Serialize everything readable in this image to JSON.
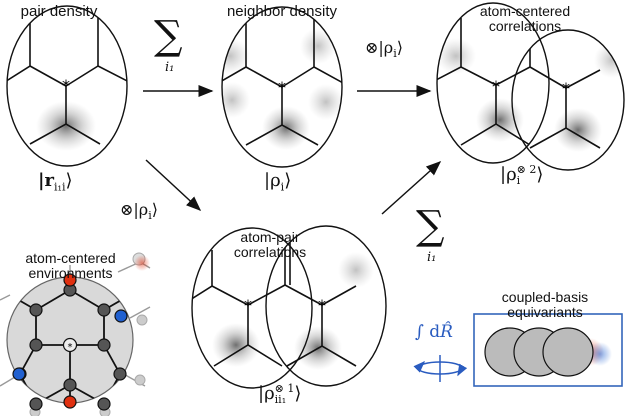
{
  "panels": {
    "pair_density": {
      "title": "pair density",
      "ket": "|r",
      "ket_sub": "i₁i",
      "ket_close": "⟩"
    },
    "neighbor_density": {
      "title": "neighbor density",
      "ket": "|ρ",
      "ket_sub": "i",
      "ket_close": "⟩"
    },
    "atom_centered_correlations": {
      "title_line1": "atom-centered",
      "title_line2": "correlations",
      "ket": "|ρ",
      "ket_sub": "i",
      "ket_sup": "⊗ 2",
      "ket_close": "⟩"
    },
    "atom_pair_correlations": {
      "title_line1": "atom-pair",
      "title_line2": "correlations",
      "ket": "|ρ",
      "ket_sub": "ii₁",
      "ket_sup": "⊗ 1",
      "ket_close": "⟩"
    },
    "environments": {
      "title_line1": "atom-centered",
      "title_line2": "environments"
    },
    "coupled_basis": {
      "title_line1": "coupled-basis",
      "title_line2": "equivariants",
      "integral": "∫ d",
      "integral_var": "R̂"
    }
  },
  "operators": {
    "sum_symbol": "∑",
    "sum_index": "i₁",
    "tensor_op": "⊗|ρ",
    "tensor_op_sub": "i",
    "tensor_op_close": "⟩"
  },
  "colors": {
    "red_atom": "#e03010",
    "blue_atom": "#2060d0",
    "gray_atom": "#555555",
    "box_border": "#3366bb"
  }
}
